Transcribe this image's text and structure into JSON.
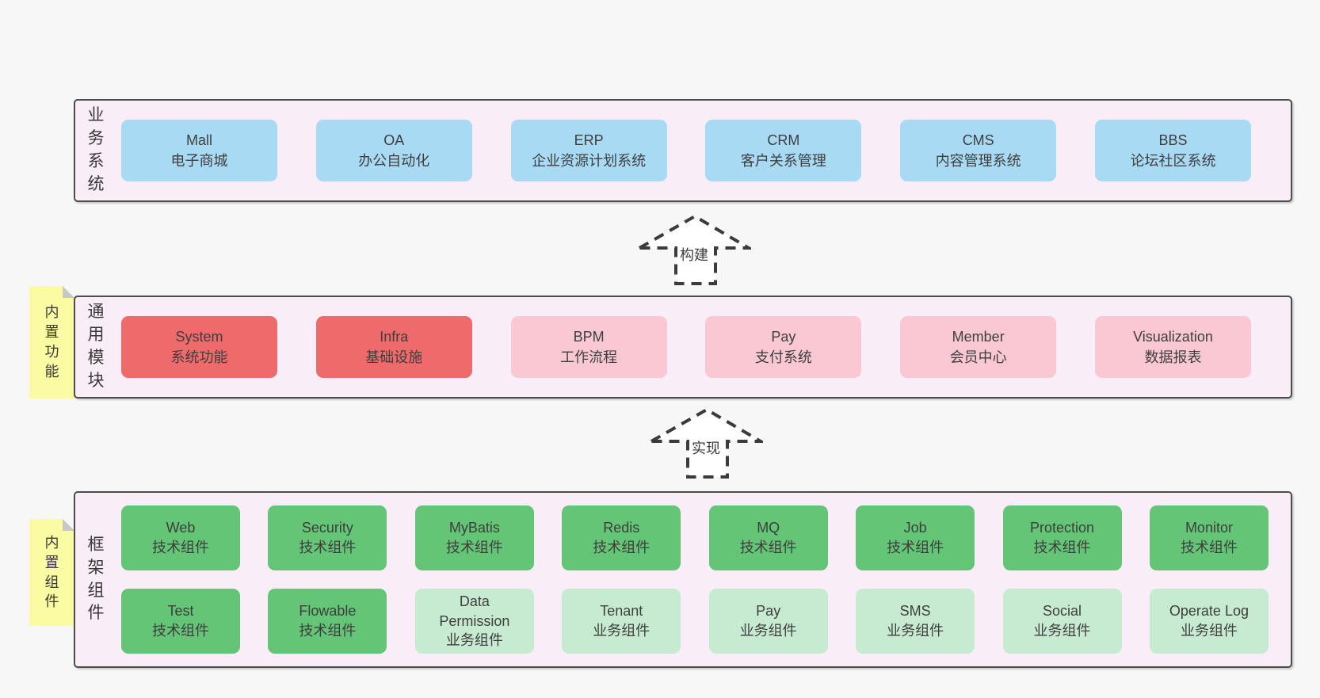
{
  "palette": {
    "page_bg": "#f7f7f7",
    "band_bg": "#f9eef7",
    "band_border": "#4c4c4c",
    "blue": "#a8daf4",
    "red": "#ef6a6a",
    "pink": "#f9c8d3",
    "green": "#64c576",
    "light_green": "#c6ebd0",
    "note_yellow": "#fbfba3",
    "note_fold_gray": "#c8c8c8",
    "text": "#3d3d3d"
  },
  "arrows": [
    {
      "label": "构建"
    },
    {
      "label": "实现"
    }
  ],
  "bands": [
    {
      "label": "业务系统",
      "boxes": [
        {
          "title": "Mall",
          "subtitle": "电子商城"
        },
        {
          "title": "OA",
          "subtitle": "办公自动化"
        },
        {
          "title": "ERP",
          "subtitle": "企业资源计划系统"
        },
        {
          "title": "CRM",
          "subtitle": "客户关系管理"
        },
        {
          "title": "CMS",
          "subtitle": "内容管理系统"
        },
        {
          "title": "BBS",
          "subtitle": "论坛社区系统"
        }
      ]
    },
    {
      "label": "通用模块",
      "note": "内置功能",
      "boxes": [
        {
          "title": "System",
          "subtitle": "系统功能"
        },
        {
          "title": "Infra",
          "subtitle": "基础设施"
        },
        {
          "title": "BPM",
          "subtitle": "工作流程"
        },
        {
          "title": "Pay",
          "subtitle": "支付系统"
        },
        {
          "title": "Member",
          "subtitle": "会员中心"
        },
        {
          "title": "Visualization",
          "subtitle": "数据报表"
        }
      ]
    },
    {
      "label": "框架组件",
      "note": "内置组件",
      "rows": [
        [
          {
            "title": "Web",
            "subtitle": "技术组件"
          },
          {
            "title": "Security",
            "subtitle": "技术组件"
          },
          {
            "title": "MyBatis",
            "subtitle": "技术组件"
          },
          {
            "title": "Redis",
            "subtitle": "技术组件"
          },
          {
            "title": "MQ",
            "subtitle": "技术组件"
          },
          {
            "title": "Job",
            "subtitle": "技术组件"
          },
          {
            "title": "Protection",
            "subtitle": "技术组件"
          },
          {
            "title": "Monitor",
            "subtitle": "技术组件"
          }
        ],
        [
          {
            "title": "Test",
            "subtitle": "技术组件"
          },
          {
            "title": "Flowable",
            "subtitle": "技术组件"
          },
          {
            "title": "Data Permission",
            "subtitle": "业务组件"
          },
          {
            "title": "Tenant",
            "subtitle": "业务组件"
          },
          {
            "title": "Pay",
            "subtitle": "业务组件"
          },
          {
            "title": "SMS",
            "subtitle": "业务组件"
          },
          {
            "title": "Social",
            "subtitle": "业务组件"
          },
          {
            "title": "Operate Log",
            "subtitle": "业务组件"
          }
        ]
      ]
    }
  ]
}
